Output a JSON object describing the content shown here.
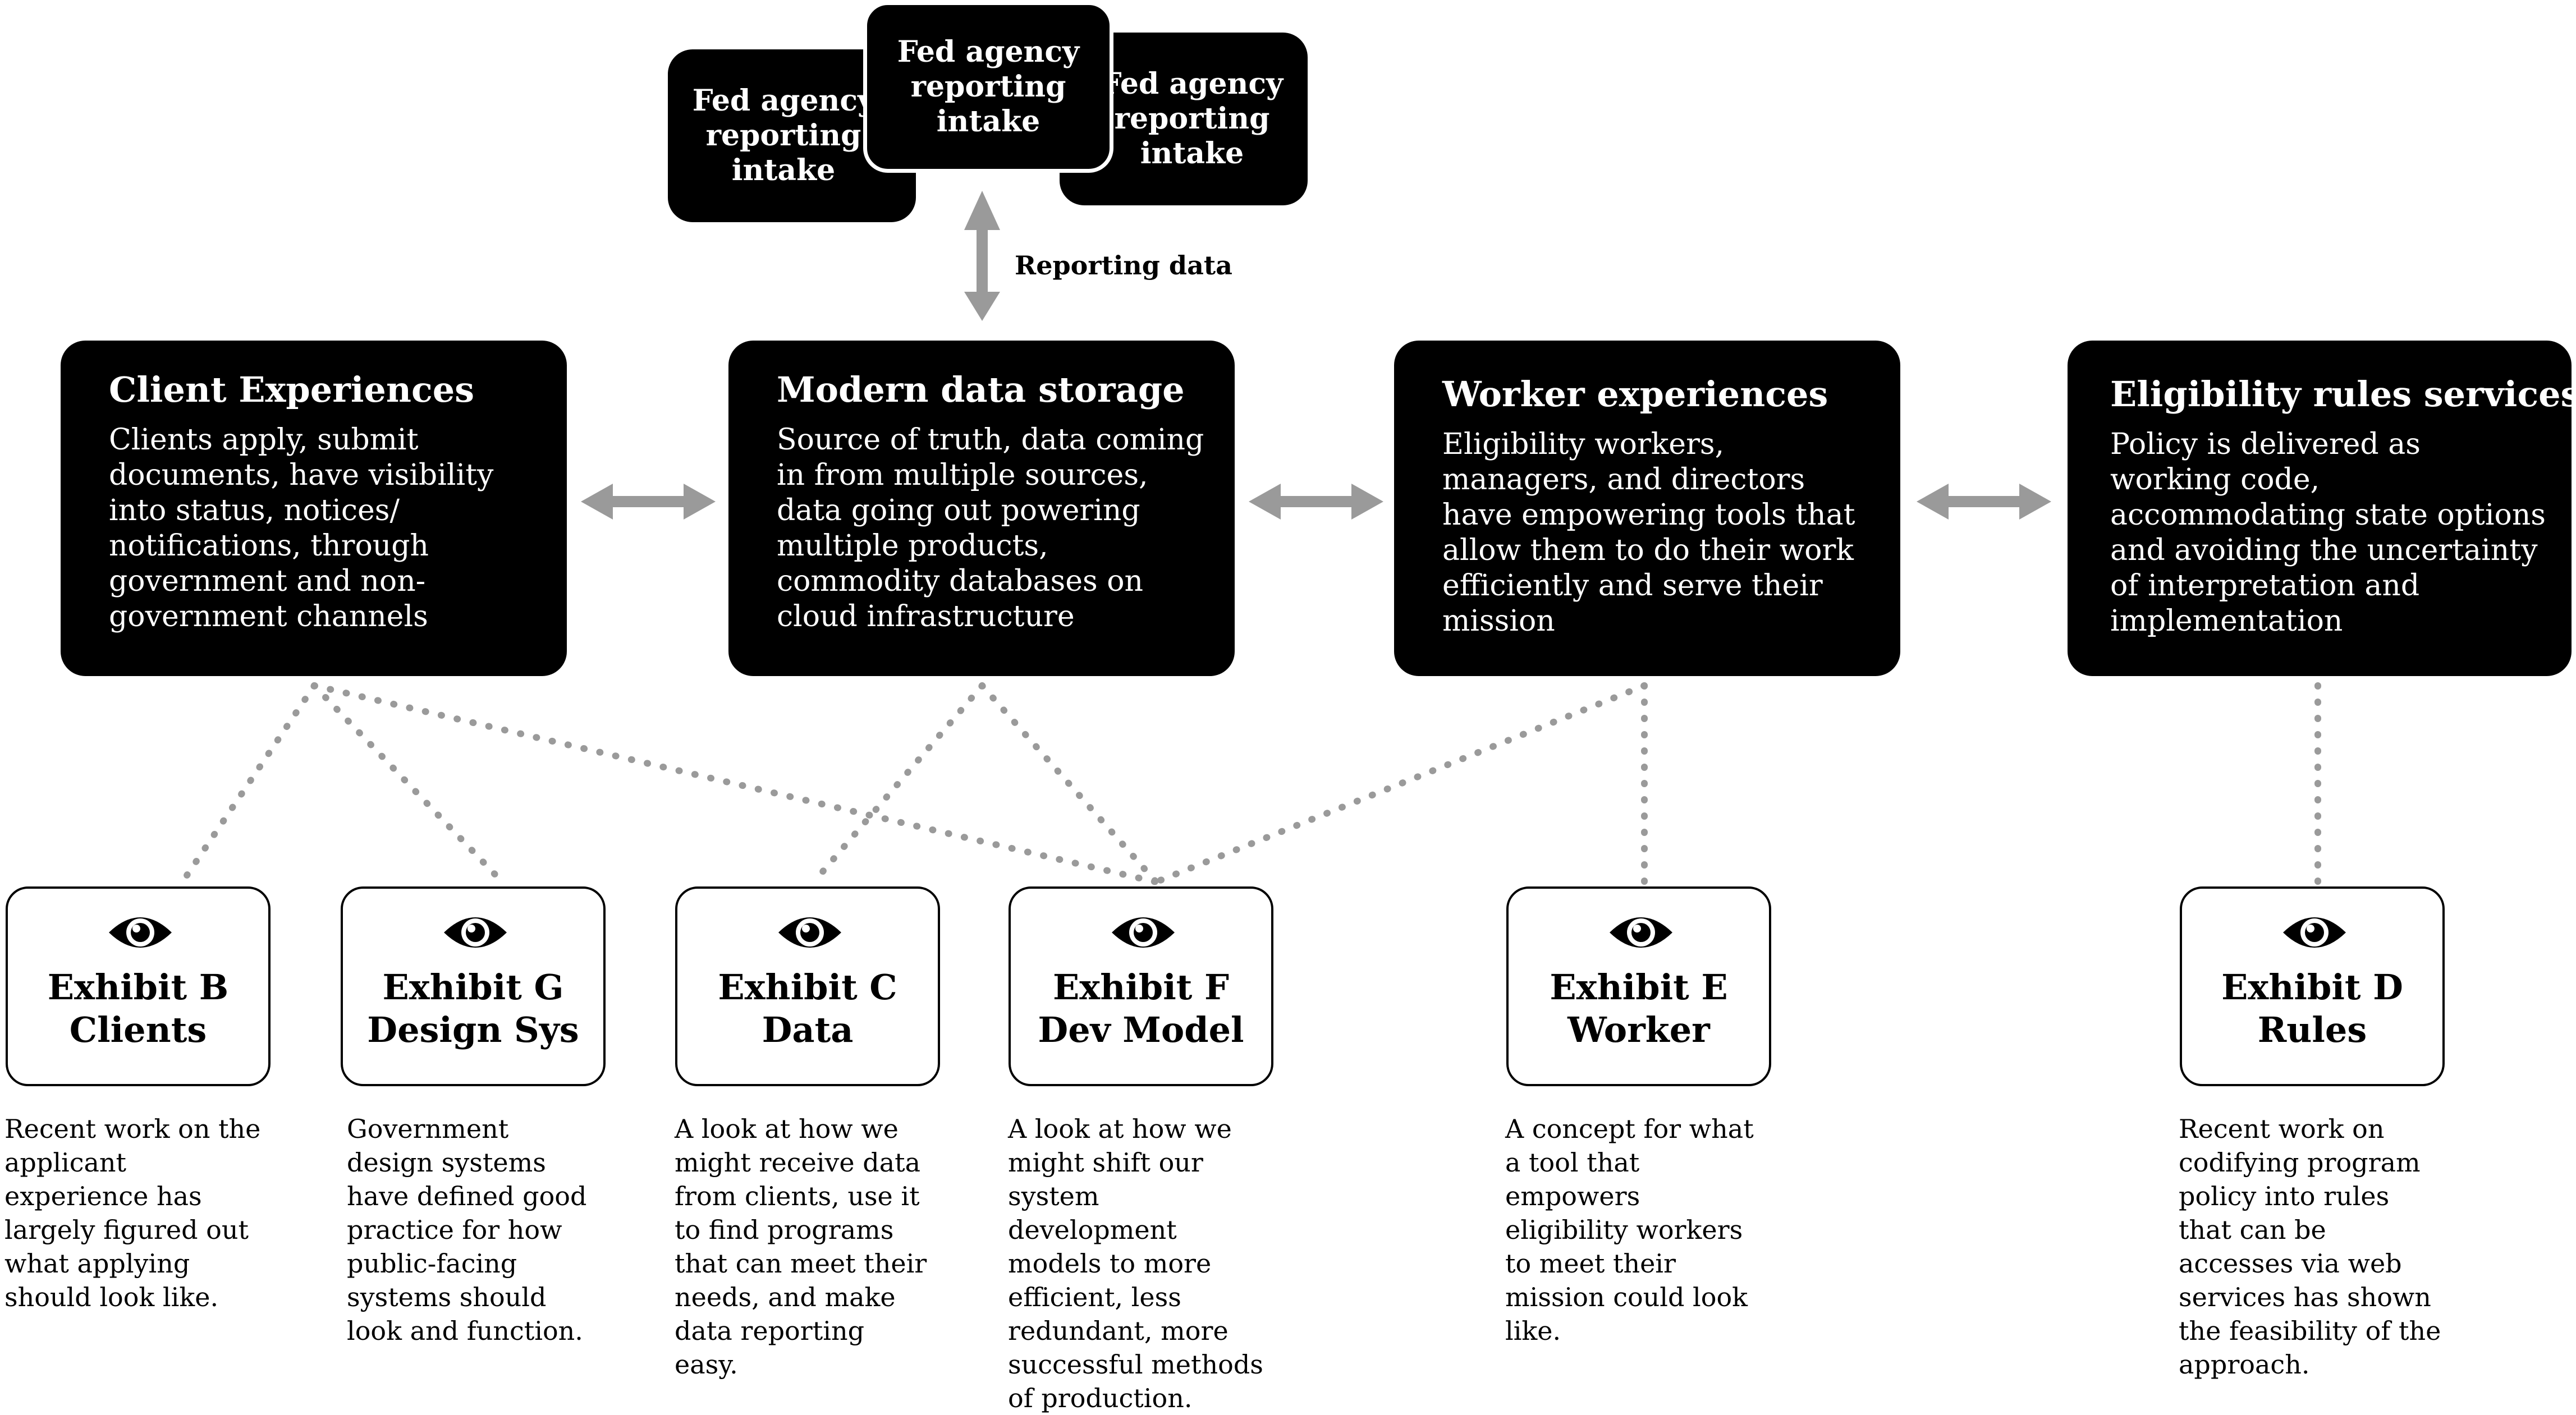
{
  "fed_agencies": [
    {
      "label": "Fed agency reporting intake"
    },
    {
      "label": "Fed agency reporting intake"
    },
    {
      "label": "Fed agency reporting intake"
    }
  ],
  "reporting_label": "Reporting data",
  "components": {
    "client": {
      "title": "Client Experiences",
      "desc": "Clients apply, submit documents, have visibility into status, notices/ notifications, through government and non-government channels"
    },
    "storage": {
      "title": "Modern data storage",
      "desc": "Source of truth, data coming in from multiple sources, data going out powering multiple products, commodity databases on cloud infrastructure"
    },
    "worker": {
      "title": "Worker experiences",
      "desc": "Eligibility workers, managers, and directors have empowering tools that allow them to do their work efficiently and serve their mission"
    },
    "rules": {
      "title": "Eligibility rules services",
      "desc": "Policy is delivered as working code, accommodating state options and avoiding the uncertainty of interpretation and implementation"
    }
  },
  "exhibits": {
    "b": {
      "label": "Exhibit B\nClients",
      "desc": "Recent work on the applicant experience has largely figured out what applying should look like."
    },
    "g": {
      "label": "Exhibit G\nDesign Sys",
      "desc": "Government design systems have defined good practice for how public-facing systems should look and function."
    },
    "c": {
      "label": "Exhibit C\nData",
      "desc": "A look at how we might receive data from clients, use it to find programs that can meet their needs, and make data reporting easy."
    },
    "f": {
      "label": "Exhibit F\nDev Model",
      "desc": "A look at how we might shift our system development models to more efficient, less redundant, more successful methods of production."
    },
    "e": {
      "label": "Exhibit E\nWorker",
      "desc": "A concept for what a tool that empowers eligibility workers to meet their mission could look like."
    },
    "d": {
      "label": "Exhibit D\nRules",
      "desc": "Recent work on codifying program policy into rules that can be accesses via web services has shown the feasibility of the approach."
    }
  },
  "colors": {
    "box": "#000000",
    "connector": "#9a9a9a",
    "background": "#ffffff"
  },
  "icons": {
    "exhibit_icon": "eye-icon",
    "connector": "double-arrow"
  }
}
